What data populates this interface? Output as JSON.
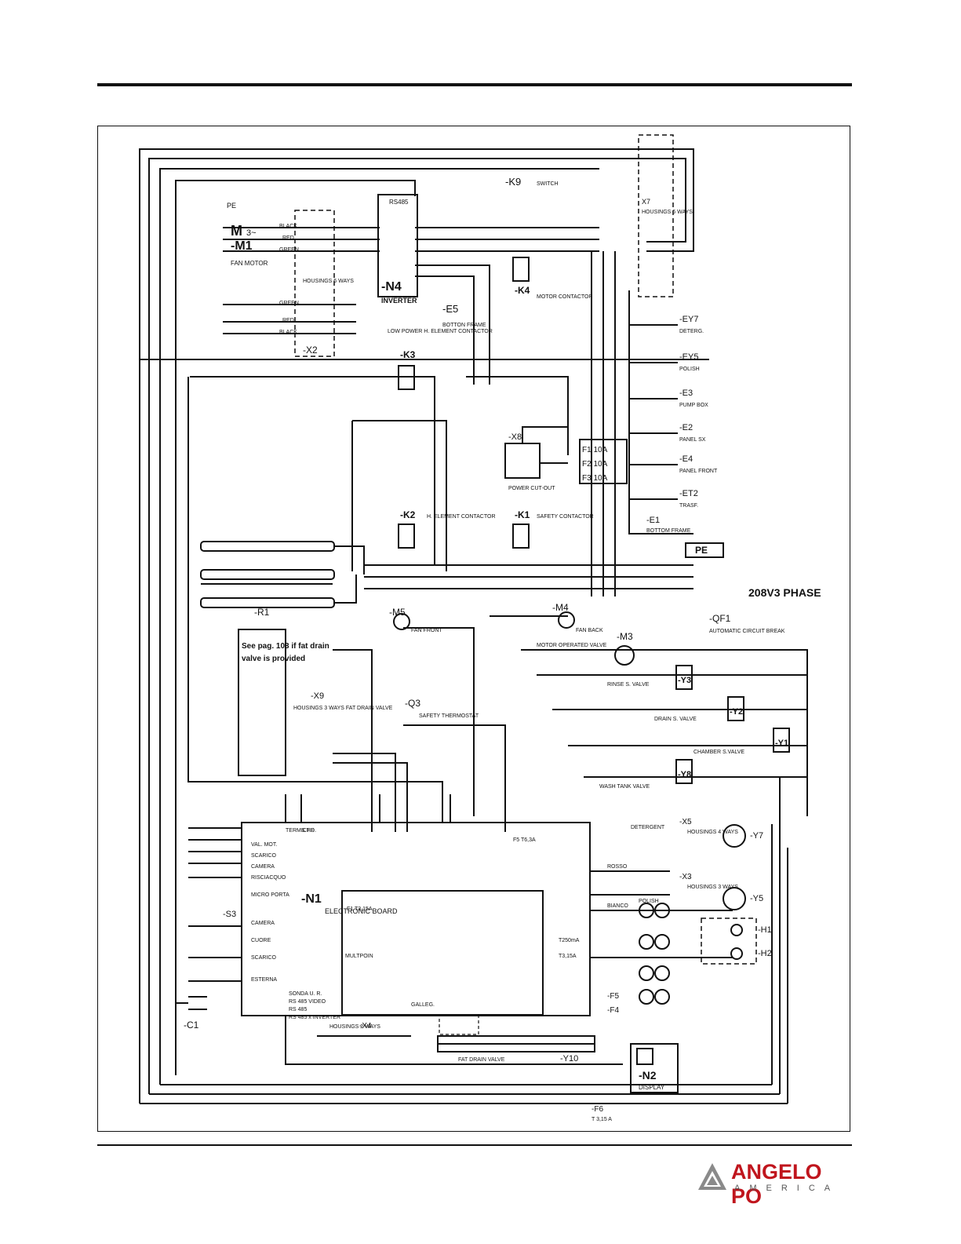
{
  "components": {
    "m1": {
      "ref": "-M1",
      "name": "FAN MOTOR",
      "symbol": "M",
      "phase": "3~",
      "pe": "PE"
    },
    "x2": {
      "ref": "-X2",
      "name": "HOUSINGS 6 WAYS"
    },
    "n4": {
      "ref": "-N4",
      "name": "INVERTER",
      "bus": "RS485"
    },
    "e5": {
      "ref": "-E5",
      "name": "BOTTON FRAME"
    },
    "k9": {
      "ref": "-K9",
      "name": "SWITCH"
    },
    "k4": {
      "ref": "-K4",
      "name": "MOTOR CONTACTOR"
    },
    "x7": {
      "ref": "X7",
      "name": "HOUSINGS 6 WAYS"
    },
    "k3": {
      "ref": "-K3",
      "name": "LOW POWER H. ELEMENT CONTACTOR"
    },
    "k2": {
      "ref": "-K2",
      "name": "H. ELEMENT CONTACTOR"
    },
    "k1": {
      "ref": "-K1",
      "name": "SAFETY CONTACTOR"
    },
    "x8": {
      "ref": "-X8",
      "name": "POWER CUT-OUT"
    },
    "fuses": [
      "F1 10A",
      "F2 10A",
      "F3 10A"
    ],
    "ey7": {
      "ref": "-EY7",
      "name": "DETERG."
    },
    "ey5": {
      "ref": "-EY5",
      "name": "POLISH"
    },
    "e3": {
      "ref": "-E3",
      "name": "PUMP BOX"
    },
    "e2": {
      "ref": "-E2",
      "name": "PANEL SX"
    },
    "e4": {
      "ref": "-E4",
      "name": "PANEL FRONT"
    },
    "et2": {
      "ref": "-ET2",
      "name": "TRASF."
    },
    "e1": {
      "ref": "-E1",
      "name": "BOTTOM FRAME"
    },
    "pe": "PE",
    "qf1": {
      "ref": "-QF1",
      "name": "AUTOMATIC CIRCUIT BREAK",
      "supply": "208V3 PHASE"
    },
    "r1": {
      "ref": "-R1"
    },
    "m5": {
      "ref": "-M5",
      "name": "FAN FRONT"
    },
    "m4": {
      "ref": "-M4",
      "name": "FAN BACK"
    },
    "m3": {
      "ref": "-M3",
      "name": "MOTOR OPERATED VALVE"
    },
    "y3": {
      "ref": "-Y3",
      "name": "RINSE S. VALVE"
    },
    "y2": {
      "ref": "-Y2",
      "name": "DRAIN S. VALVE"
    },
    "y1": {
      "ref": "-Y1",
      "name": "CHAMBER S.VALVE"
    },
    "y8": {
      "ref": "-Y8",
      "name": "WASH TANK VALVE"
    },
    "q3": {
      "ref": "-Q3",
      "name": "SAFETY THERMOSTAT"
    },
    "x9": {
      "ref": "-X9",
      "name": "HOUSINGS 3 WAYS FAT DRAIN VALVE"
    },
    "note": [
      "See pag. 103 if fat drain",
      "valve is provided"
    ],
    "n1": {
      "ref": "-N1",
      "name": "ELECTRONIC BOARD"
    },
    "x5": {
      "ref": "-X5",
      "name": "HOUSINGS 4 WAYS"
    },
    "x3": {
      "ref": "-X3",
      "name": "HOUSINGS 3 WAYS"
    },
    "y7": {
      "ref": "-Y7"
    },
    "y5": {
      "ref": "-Y5"
    },
    "h1": {
      "ref": "-H1"
    },
    "h2": {
      "ref": "-H2"
    },
    "c1": {
      "ref": "-C1"
    },
    "s3": {
      "ref": "-S3"
    },
    "x4": {
      "ref": "-X4",
      "name": "HOUSINGS 2 WAYS"
    },
    "y10": {
      "ref": "-Y10",
      "name": "FAT DRAIN VALVE"
    },
    "n2": {
      "ref": "-N2",
      "name": "DISPLAY"
    },
    "f6": {
      "ref": "-F6",
      "rating": "T 3,15 A"
    },
    "f5": {
      "ref": "-F5"
    },
    "f4": {
      "ref": "-F4"
    }
  },
  "wire_colors": {
    "black": "BLACK",
    "red": "RED",
    "green": "GREEN",
    "bianco": "BIANCO",
    "rosso": "ROSSO",
    "detergent": "DETERGENT",
    "polish": "POLISH"
  },
  "board_labels": {
    "val_mot": "VAL. MOT.",
    "scarico": "SCARICO",
    "camera": "CAMERA",
    "risciacquo": "RISCIACQUO",
    "micro_porta": "MICRO PORTA",
    "cuore": "CUORE",
    "esterna": "ESTERNA",
    "termiche": "TERMICHE",
    "std": "S.T.D.",
    "multipoin": "MULTPOIN",
    "galleg": "GALLEG.",
    "sonda": "SONDA U. R.",
    "rs485_video": "RS 485 VIDEO",
    "rs485": "RS 485",
    "rs485_inv": "RS 485 x INVERTER",
    "f5_fuse": "F5 T6,3A",
    "f1_fuse": "F1 T3,15A",
    "t315": "T3,15A",
    "t250": "T250mA"
  },
  "brand": {
    "name": "ANGELO PO",
    "sub": "AMERICA",
    "color": "#c0151d"
  }
}
